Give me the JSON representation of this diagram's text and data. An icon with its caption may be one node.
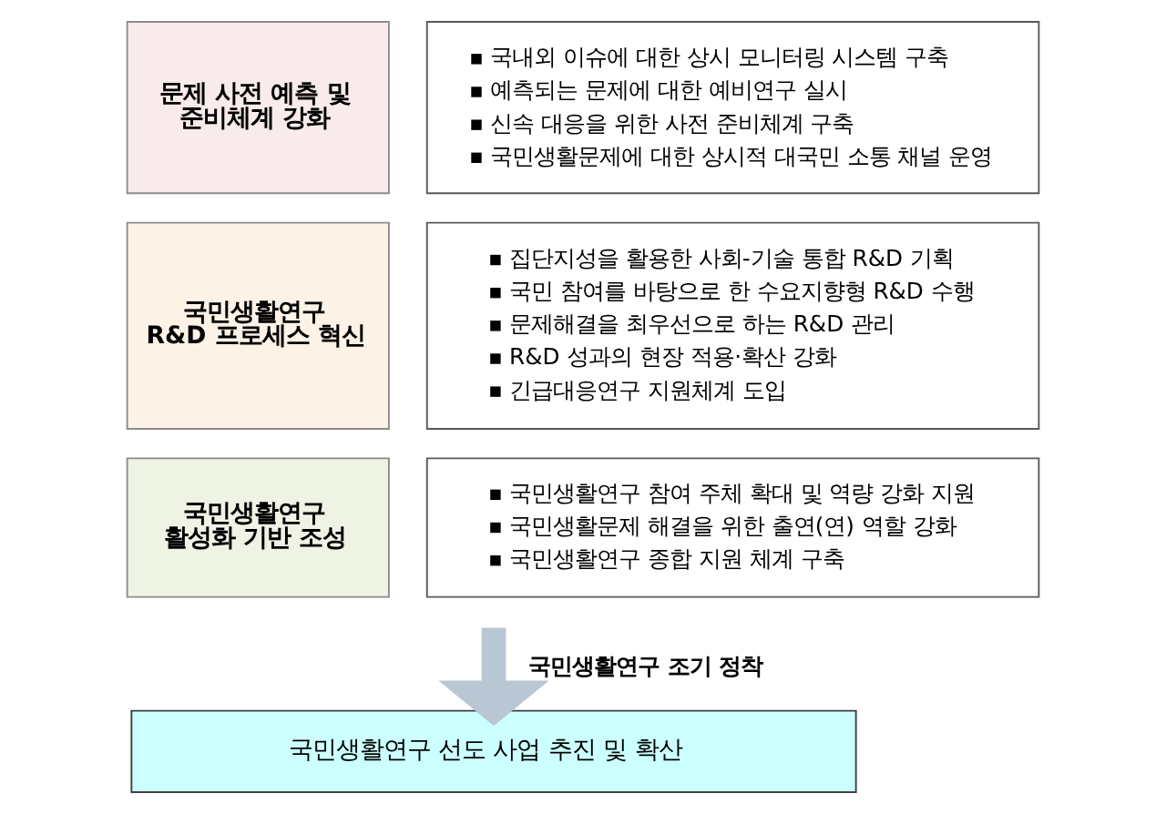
{
  "diagram": {
    "nodes": [
      {
        "text": [
          "문제 사전 예측 및 준비체계 강화"
        ]
      },
      {
        "text": [
          "국내외 이슈에 대한 상시 모니터링 시스템 구축",
          "예측되는 문제에 대한 예비연구 실시",
          "신속 대응을 위한 사전 준비체계 구축",
          "국민생활문제에 대한 상시적 대국민 소통 채널 운영"
        ]
      },
      {
        "text": [
          "국민생활연구 R&D 프로세스 혁신"
        ]
      },
      {
        "text": [
          "집단지성을 활용한 사회-기술 통합 R&D 기획",
          "국민 참여를 바탕으로 한 수요지향형 R&D 수행",
          "문제해결을 최우선으로 하는 R&D 관리",
          "R&D 성과의 현장 적용·확산 강화",
          "긴급대응연구 지원체계 도입"
        ]
      },
      {
        "text": [
          "국민생활연구 활성화 기반 조성"
        ]
      },
      {
        "text": [
          "국민생활연구 참여 주체 확대 및 역량 강화 지원",
          "국민생활문제 해결을 위한 출연(연) 역할 강화",
          "국민생활연구 종합 지원 체계 구축"
        ]
      },
      {
        "text": [
          "국민생활연구 선도 사업 추진 및 확산"
        ]
      }
    ],
    "edges": [
      {
        "from": null,
        "to": 6,
        "arrow": "to",
        "label": "국민생활연구 조기 정착"
      }
    ]
  }
}
